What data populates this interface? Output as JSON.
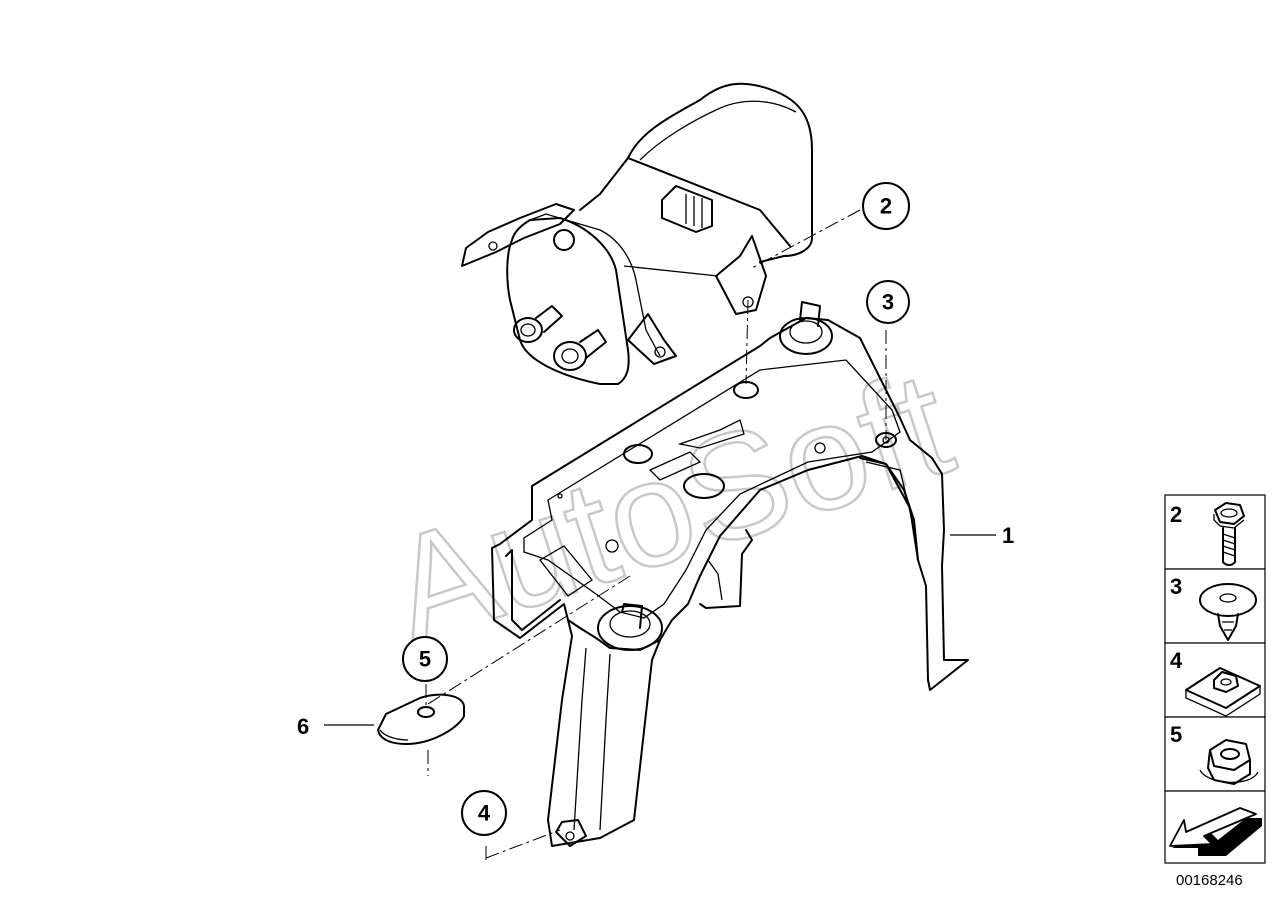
{
  "watermark": "AutoSoft",
  "diagram_id": "00168246",
  "callouts": [
    {
      "id": "callout-2",
      "label": "2"
    },
    {
      "id": "callout-3",
      "label": "3"
    },
    {
      "id": "callout-5",
      "label": "5"
    },
    {
      "id": "callout-4",
      "label": "4"
    }
  ],
  "part_labels": [
    {
      "id": "label-1",
      "label": "1"
    },
    {
      "id": "label-6",
      "label": "6"
    }
  ],
  "legend": [
    {
      "label": "2",
      "icon": "hex-bolt-icon"
    },
    {
      "label": "3",
      "icon": "expanding-rivet-icon"
    },
    {
      "label": "4",
      "icon": "clip-nut-icon"
    },
    {
      "label": "5",
      "icon": "hex-nut-icon"
    },
    {
      "label": "",
      "icon": "navigation-arrow-icon"
    }
  ]
}
